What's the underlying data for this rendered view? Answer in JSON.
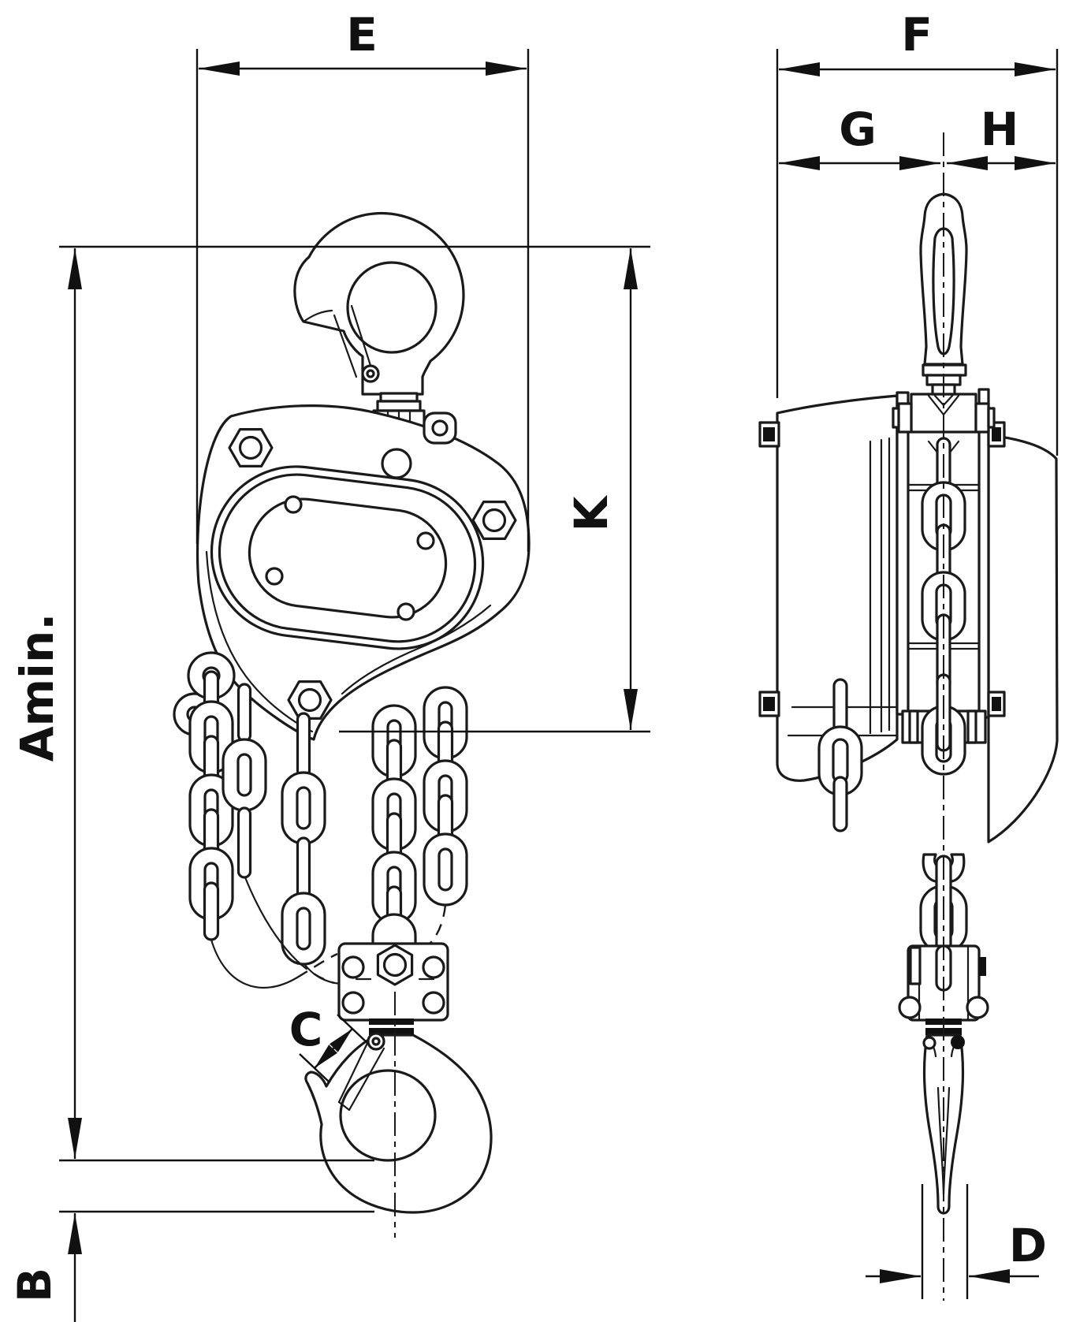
{
  "dimensions": {
    "e": "E",
    "f": "F",
    "g": "G",
    "h": "H",
    "k": "K",
    "amin": "Amin.",
    "b": "B",
    "c": "C",
    "d": "D"
  }
}
